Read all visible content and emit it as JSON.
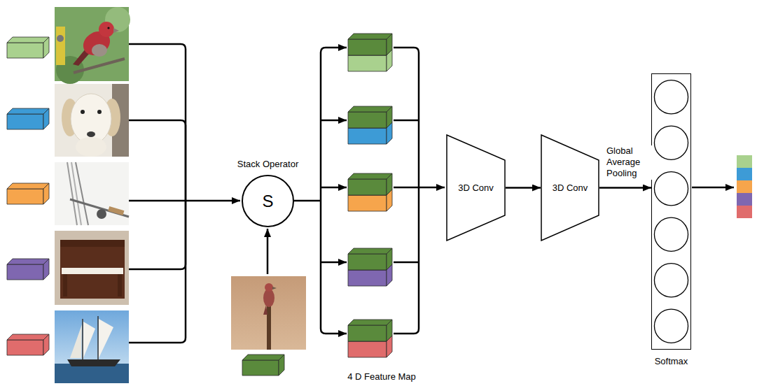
{
  "diagram": {
    "nodes": [
      {
        "text": [
          "Stack Operator",
          "S"
        ]
      },
      {
        "text": [
          "3D Conv"
        ]
      },
      {
        "text": [
          "3D Conv"
        ]
      },
      {
        "text": [
          "Softmax"
        ]
      }
    ],
    "edges": [
      {
        "from": 1,
        "to": 2,
        "arrow": "to"
      },
      {
        "from": 2,
        "to": 3,
        "arrow": "to",
        "label": "Global Average Pooling"
      }
    ],
    "labels": [
      "4 D Feature Map"
    ]
  }
}
